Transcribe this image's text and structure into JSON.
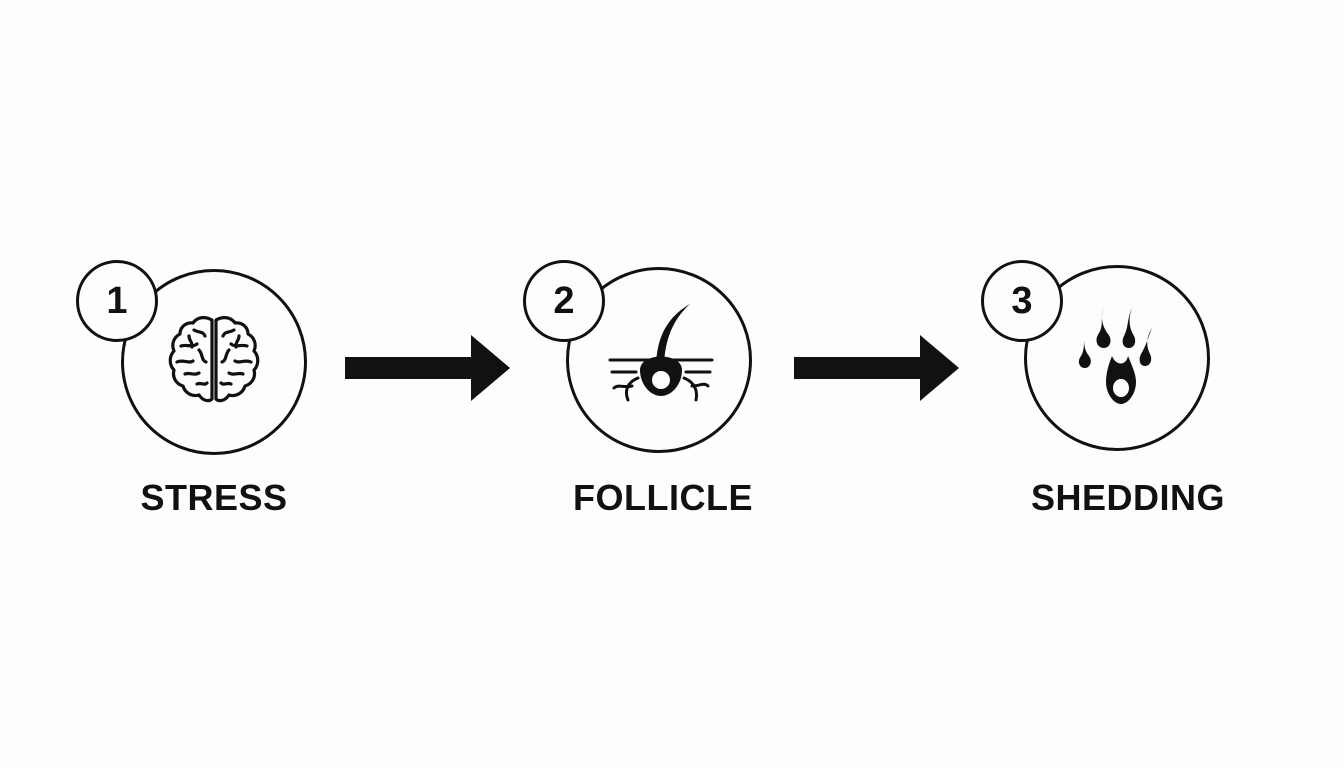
{
  "steps": [
    {
      "number": "1",
      "label": "STRESS",
      "icon": "brain-icon"
    },
    {
      "number": "2",
      "label": "FOLLICLE",
      "icon": "hair-follicle-icon"
    },
    {
      "number": "3",
      "label": "SHEDDING",
      "icon": "hair-shedding-icon"
    }
  ],
  "colors": {
    "ink": "#111111",
    "background": "#fdfdfd"
  }
}
